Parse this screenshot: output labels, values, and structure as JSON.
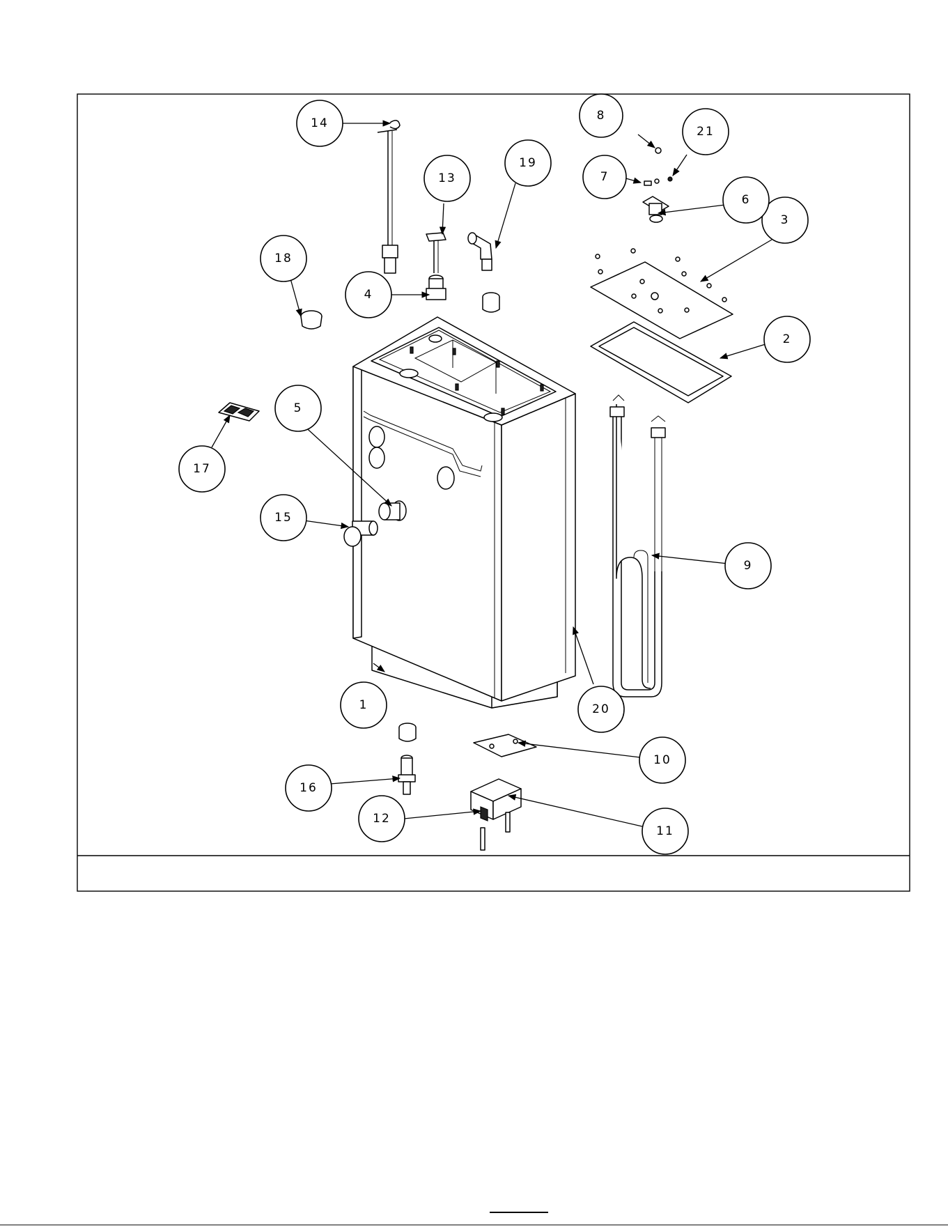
{
  "callouts": [
    {
      "id": "c1",
      "label": "1"
    },
    {
      "id": "c2",
      "label": "2"
    },
    {
      "id": "c3",
      "label": "3"
    },
    {
      "id": "c4",
      "label": "4"
    },
    {
      "id": "c5",
      "label": "5"
    },
    {
      "id": "c6",
      "label": "6"
    },
    {
      "id": "c7",
      "label": "7"
    },
    {
      "id": "c8",
      "label": "8"
    },
    {
      "id": "c9",
      "label": "9"
    },
    {
      "id": "c10",
      "label": "10"
    },
    {
      "id": "c11",
      "label": "11"
    },
    {
      "id": "c12",
      "label": "12"
    },
    {
      "id": "c13",
      "label": "13"
    },
    {
      "id": "c14",
      "label": "14"
    },
    {
      "id": "c15",
      "label": "15"
    },
    {
      "id": "c16",
      "label": "16"
    },
    {
      "id": "c17",
      "label": "17"
    },
    {
      "id": "c18",
      "label": "18"
    },
    {
      "id": "c19",
      "label": "19"
    },
    {
      "id": "c20",
      "label": "20"
    },
    {
      "id": "c21",
      "label": "21"
    }
  ]
}
